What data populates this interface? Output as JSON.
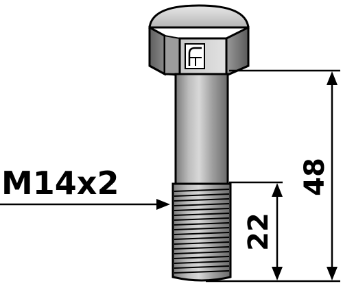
{
  "thread_label": "M14x2",
  "dimensions": {
    "total_length": "48",
    "thread_length": "22"
  },
  "colors": {
    "metal_light": "#d4d4d4",
    "metal_mid": "#a8a8a8",
    "metal_dark": "#6e6e6e",
    "line": "#000000"
  }
}
